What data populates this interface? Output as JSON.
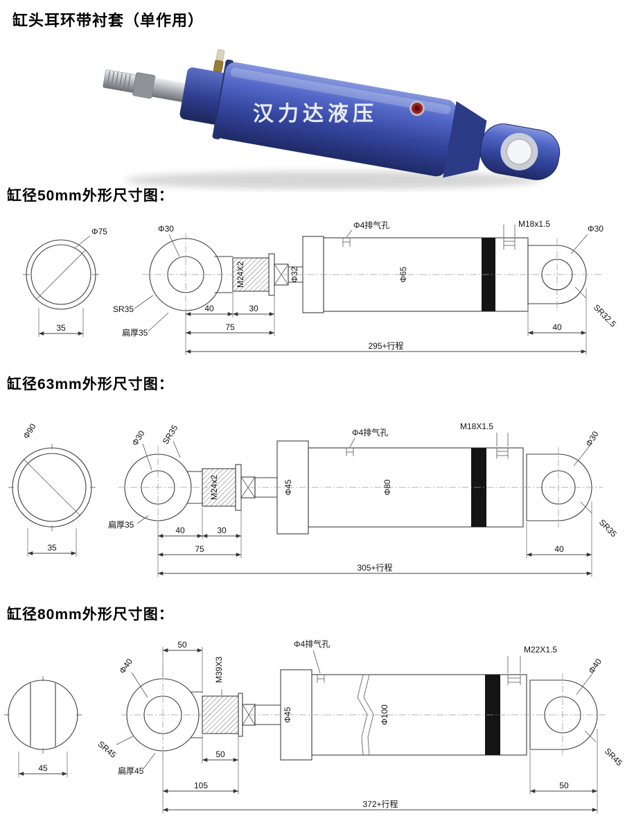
{
  "page": {
    "title": "缸头耳环带衬套（单作用）",
    "watermark": "汉力达液压"
  },
  "colors": {
    "cylinder_blue": "#3b4fae",
    "port_red": "#a11d1d",
    "drawing_line": "#3c3c3c",
    "band_black": "#141414"
  },
  "sections": [
    {
      "heading": "缸径50mm外形尺寸图：",
      "labels": {
        "front_dia": "Φ75",
        "front_width": "35",
        "eye_hole": "Φ30",
        "eye_radius": "SR35",
        "flat": "扁厚35",
        "thread": "M24X2",
        "rod_dia": "Φ32",
        "vent": "Φ4排气孔",
        "bore": "Φ65",
        "port": "M18x1.5",
        "rear_eye_hole": "Φ30",
        "rear_radius": "SR32.5",
        "dim_a": "40",
        "dim_b": "30",
        "dim_c": "75",
        "dim_d": "40",
        "total": "295+行程"
      }
    },
    {
      "heading": "缸径63mm外形尺寸图：",
      "labels": {
        "front_dia": "Φ90",
        "front_width": "35",
        "eye_hole": "Φ30",
        "eye_radius": "SR35",
        "flat": "扁厚35",
        "thread": "M24x2",
        "rod_dia": "Φ45",
        "vent": "Φ4排气孔",
        "bore": "Φ80",
        "port": "M18X1.5",
        "rear_eye_hole": "Φ30",
        "rear_radius": "SR35",
        "dim_a": "40",
        "dim_b": "30",
        "dim_c": "75",
        "dim_d": "40",
        "total": "305+行程"
      }
    },
    {
      "heading": "缸径80mm外形尺寸图：",
      "labels": {
        "top_dim": "50",
        "front_width": "45",
        "eye_hole": "Φ40",
        "eye_radius": "SR45",
        "flat": "扁厚45",
        "thread": "M39X3",
        "rod_dia": "Φ45",
        "vent": "Φ4排气孔",
        "bore": "Φ100",
        "port": "M22X1.5",
        "rear_eye_hole": "Φ40",
        "rear_radius": "SR45",
        "dim_b": "50",
        "dim_c": "105",
        "dim_d": "50",
        "total": "372+行程"
      }
    }
  ]
}
